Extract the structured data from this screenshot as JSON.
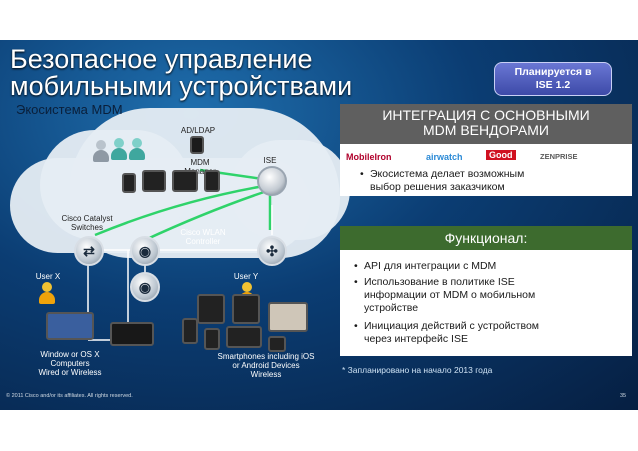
{
  "title_line1": "Безопасное управление",
  "title_line2": "мобильными устройствами",
  "subtitle": "Экосистема MDM",
  "badge": {
    "line1": "Планируется в",
    "line2": "ISE 1.2"
  },
  "diagram": {
    "ad_ldap": "AD/LDAP",
    "mdm_manager_1": "MDM",
    "mdm_manager_2": "Manager",
    "ise": "ISE",
    "switches_1": "Cisco Catalyst",
    "switches_2": "Switches",
    "wlan_1": "Cisco WLAN",
    "wlan_2": "Controller",
    "user_x": "User X",
    "user_y": "User Y",
    "computers_1": "Window or OS X",
    "computers_2": "Computers",
    "computers_3": "Wired or Wireless",
    "phones_1": "Smartphones including iOS",
    "phones_2": "or Android Devices",
    "phones_3": "Wireless"
  },
  "integration": {
    "heading_1": "ИНТЕГРАЦИЯ С ОСНОВНЫМИ",
    "heading_2": "MDM ВЕНДОРАМИ",
    "logos": [
      "MobileIron",
      "airwatch",
      "Good",
      "ZENPRISE"
    ],
    "text_1": "Экосистема делает возможным",
    "text_2": "выбор решения заказчиком"
  },
  "functional": {
    "heading": "Функционал:",
    "bullets": [
      {
        "lines": [
          "API для интеграции с MDM"
        ]
      },
      {
        "lines": [
          "Использование в политике ISE",
          "информации от MDM о мобильном",
          "устройстве"
        ]
      },
      {
        "lines": [
          "Инициация действий с устройством",
          "через интерфейс ISE"
        ]
      }
    ]
  },
  "footnote": "* Запланировано на начало 2013 года",
  "copyright": "© 2011 Cisco and/or its affiliates. All rights reserved.",
  "page_number": "35",
  "colors": {
    "panel_green": "#3d6b2e",
    "accent_blue": "#1f6fae",
    "badge": "#4b58bd"
  }
}
